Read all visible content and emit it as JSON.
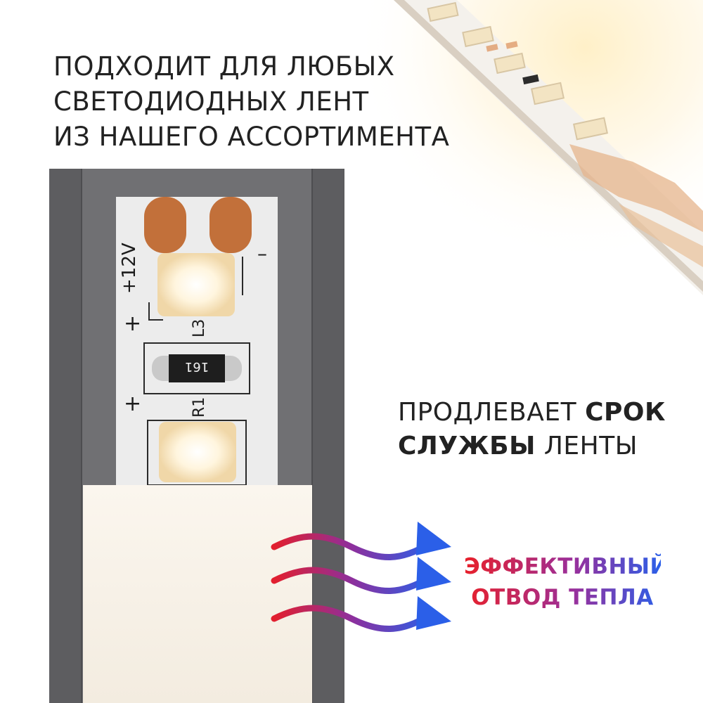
{
  "headline": {
    "lines": [
      "ПОДХОДИТ ДЛЯ ЛЮБЫХ",
      "СВЕТОДИОДНЫХ ЛЕНТ",
      "ИЗ НАШЕГО АССОРТИМЕНТА"
    ]
  },
  "lifespan": {
    "line1_normal": "ПРОДЛЕВАЕТ ",
    "line1_bold": "СРОК",
    "line2_bold": "СЛУЖБЫ",
    "line2_normal": " ЛЕНТЫ"
  },
  "heat": {
    "lines": [
      "ЭФФЕКТИВНЫЙ",
      "ОТВОД ТЕПЛА"
    ],
    "gradient_start": "#e8202a",
    "gradient_end": "#2b5fe8"
  },
  "strip_labels": {
    "voltage": "+12V",
    "plus_1": "+",
    "plus_2": "+",
    "minus": "–",
    "l3": "L3",
    "r1": "R1",
    "resistor_code": "161"
  },
  "colors": {
    "profile": "#6e6e70",
    "profile_inner": "#8f8f92",
    "pcb": "#eeeeee",
    "copper": "#c2703a",
    "led_glow": "#fff3d8",
    "diffuser": "#f8f3ea"
  }
}
